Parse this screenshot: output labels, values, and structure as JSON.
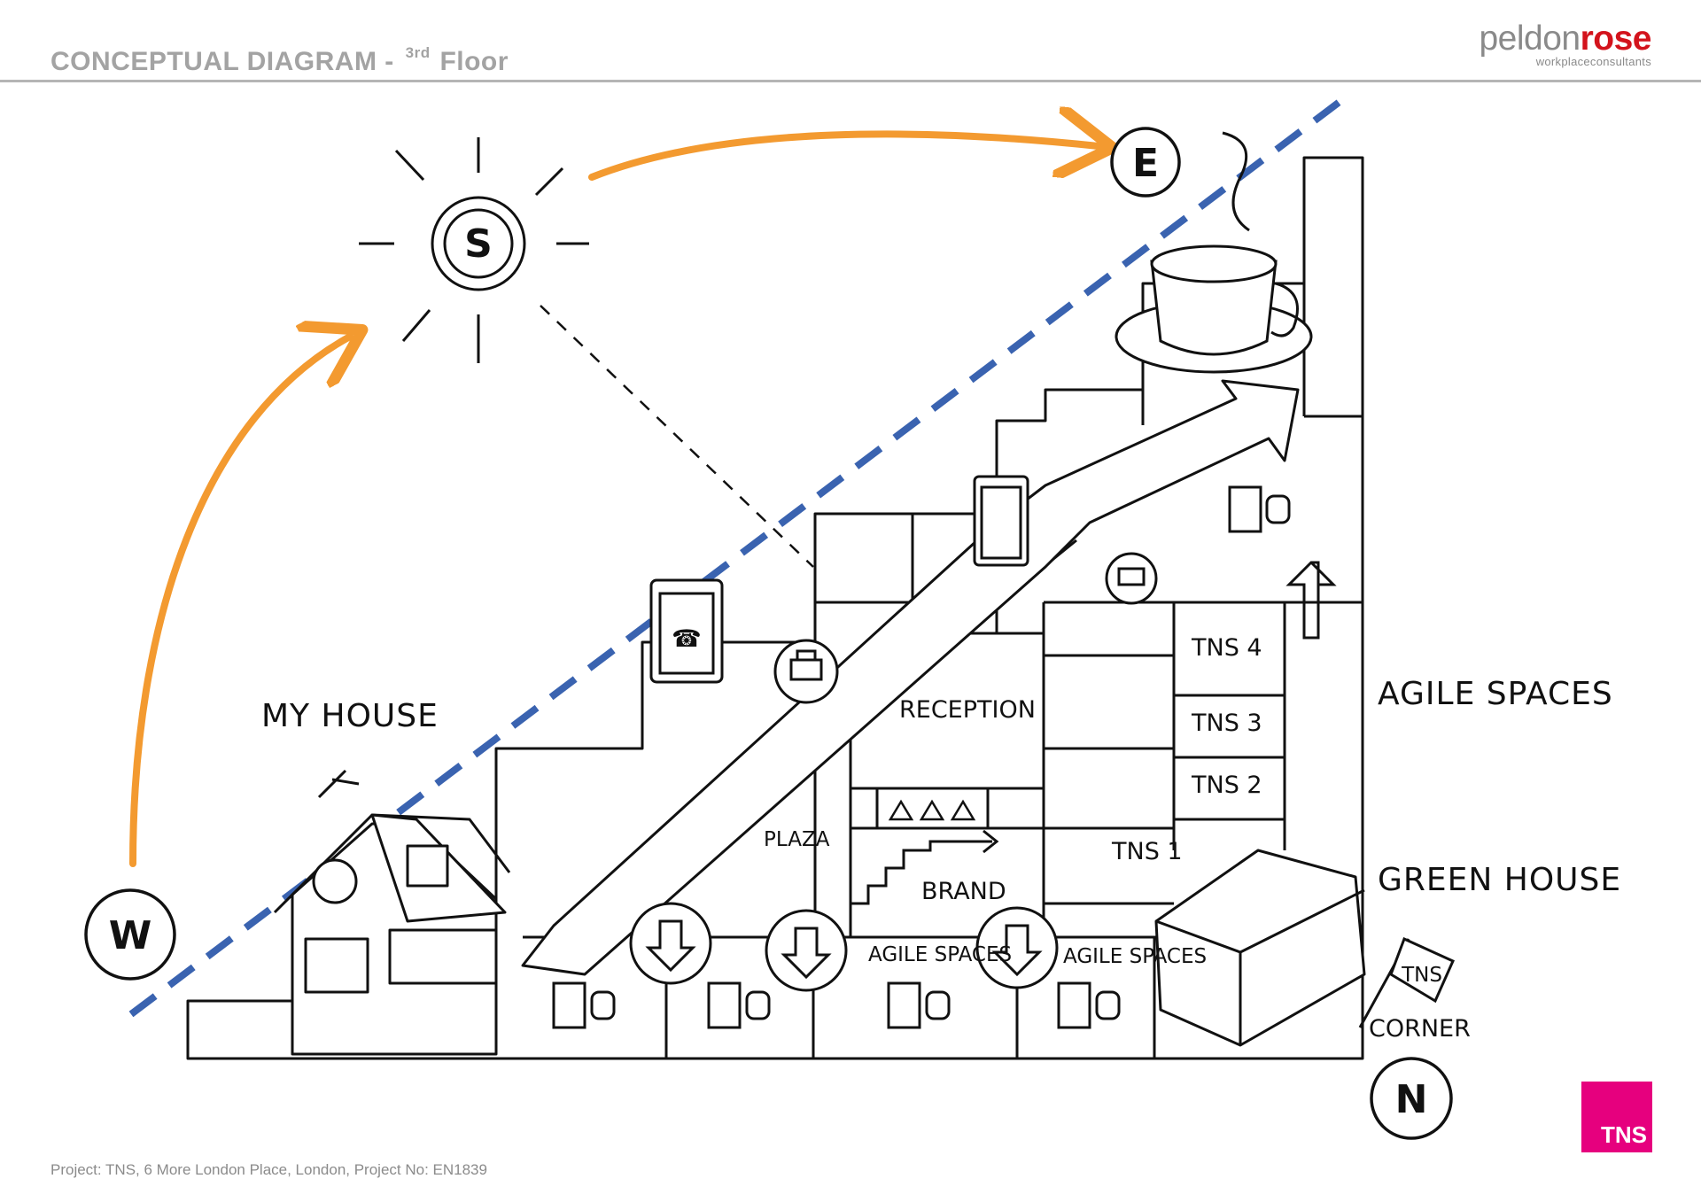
{
  "header": {
    "title": "CONCEPTUAL DIAGRAM -",
    "title_sup": "3rd",
    "title_end": "Floor",
    "logo_part1": "peldon",
    "logo_part2": "rose",
    "logo_sub": "workplaceconsultants"
  },
  "compass": {
    "west": "W",
    "south": "S",
    "east": "E",
    "north": "N"
  },
  "labels": {
    "my_house": "MY HOUSE",
    "reception": "RECEPTION",
    "plaza": "PLAZA",
    "brand": "BRAND",
    "agile_spaces_1": "AGILE SPACES",
    "agile_spaces_2": "AGILE SPACES",
    "agile_spaces_big": "AGILE SPACES",
    "green_house": "GREEN HOUSE",
    "tns_corner": "CORNER",
    "tns_flag": "TNS",
    "tns_4": "TNS 4",
    "tns_3": "TNS 3",
    "tns_2": "TNS 2",
    "tns_1": "TNS 1"
  },
  "colors": {
    "path_arrow": "#f39a30",
    "dashed_line": "#3a63b0",
    "brand_red": "#d3131c",
    "tns_pink": "#e6007e"
  },
  "footer": {
    "project": "Project: TNS, 6 More London Place, London, Project No: EN1839"
  },
  "tns_logo": {
    "text": "TNS"
  }
}
